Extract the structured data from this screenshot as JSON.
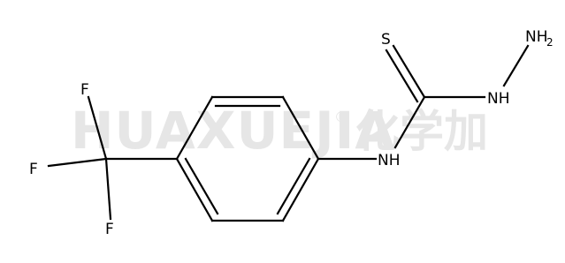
{
  "watermark": {
    "latin": "HUAXUEJIA",
    "registered": "®",
    "cjk": "化学加"
  },
  "atoms": {
    "f_top": "F",
    "f_left": "F",
    "f_bottom": "F",
    "nh_aryl": "NH",
    "s": "S",
    "nh_hydrazine": "NH",
    "nh2_main": "NH",
    "nh2_sub": "2"
  }
}
